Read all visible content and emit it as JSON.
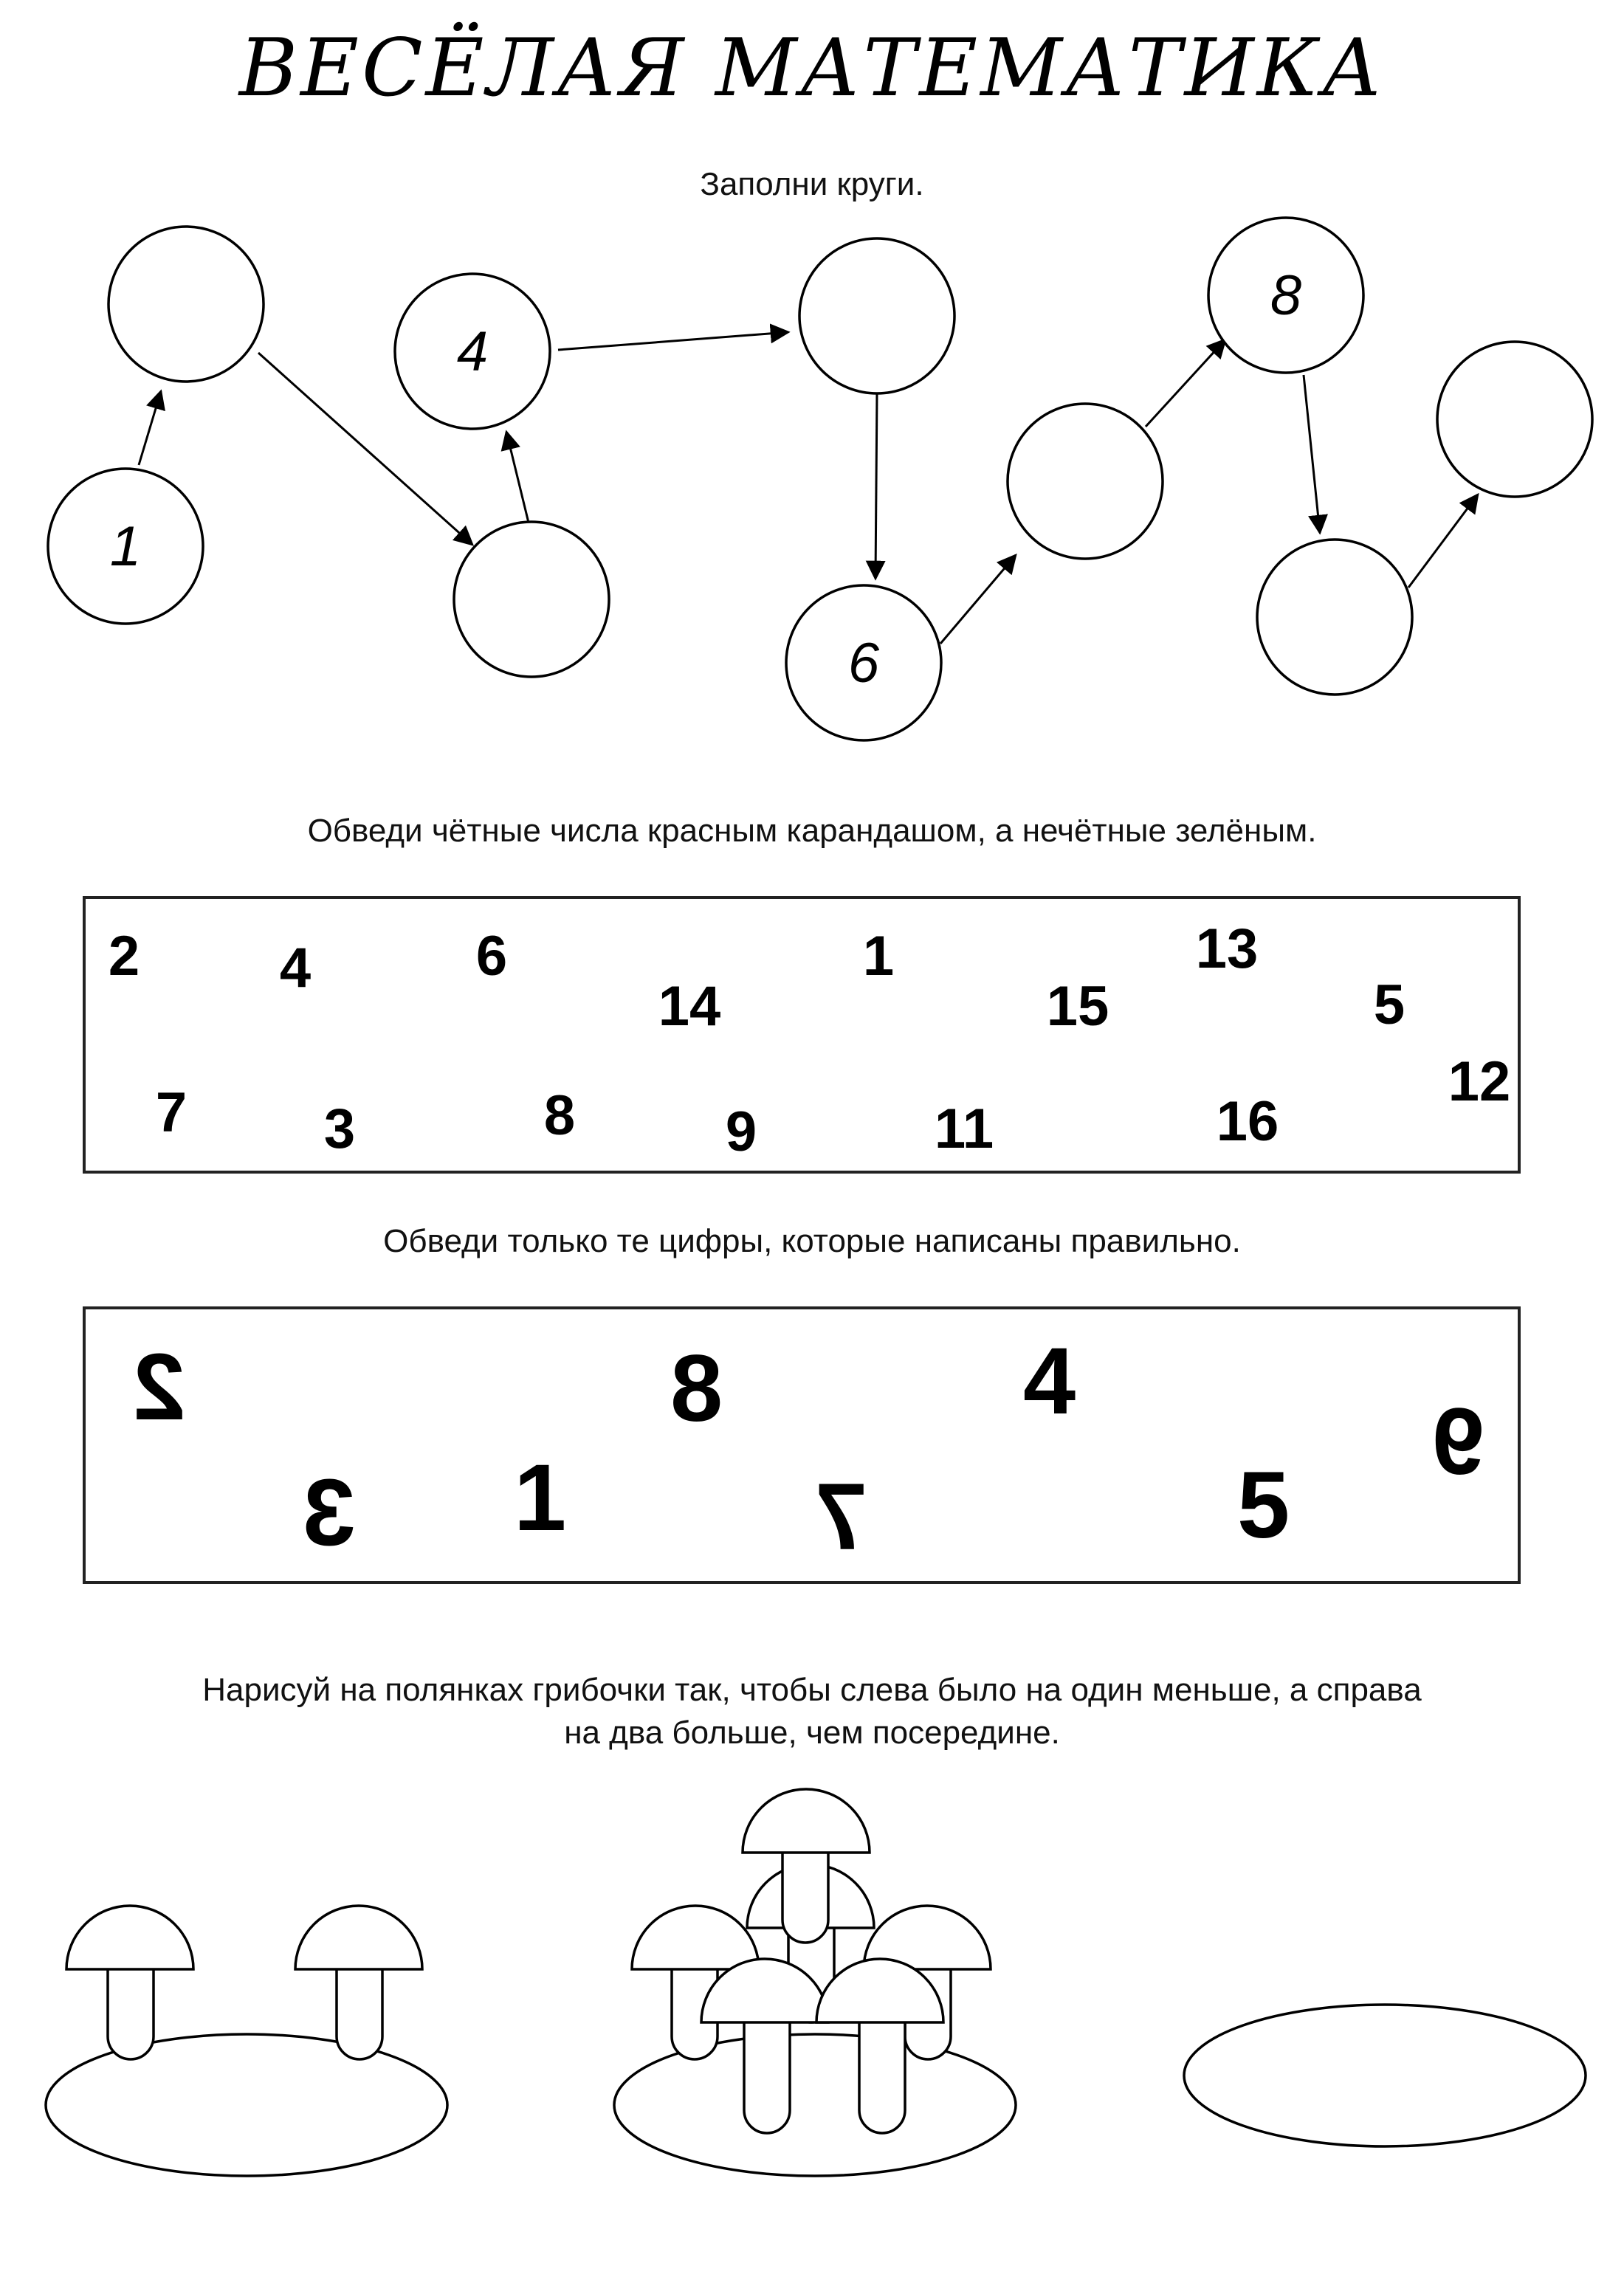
{
  "title": "ВЕСЁЛАЯ МАТЕМАТИКА",
  "task1": {
    "instruction": "Заполни круги.",
    "circles": [
      {
        "label": "1"
      },
      {
        "label": ""
      },
      {
        "label": ""
      },
      {
        "label": "4"
      },
      {
        "label": ""
      },
      {
        "label": "6"
      },
      {
        "label": ""
      },
      {
        "label": "8"
      },
      {
        "label": ""
      },
      {
        "label": ""
      }
    ]
  },
  "task2": {
    "instruction": "Обведи чётные числа красным карандашом, а нечётные зелёным.",
    "numbers": [
      "2",
      "4",
      "6",
      "14",
      "1",
      "15",
      "13",
      "5",
      "7",
      "3",
      "8",
      "9",
      "11",
      "16",
      "12"
    ]
  },
  "task3": {
    "instruction": "Обведи только те цифры, которые написаны правильно.",
    "digits": [
      "2",
      "8",
      "4",
      "9",
      "3",
      "1",
      "7",
      "5"
    ]
  },
  "task4": {
    "instruction_line1": "Нарисуй на полянках грибочки так, чтобы слева было на один меньше, а справа",
    "instruction_line2": "на два больше, чем посередине.",
    "left_mushrooms": 2,
    "middle_mushrooms": 6,
    "right_mushrooms": 0
  }
}
